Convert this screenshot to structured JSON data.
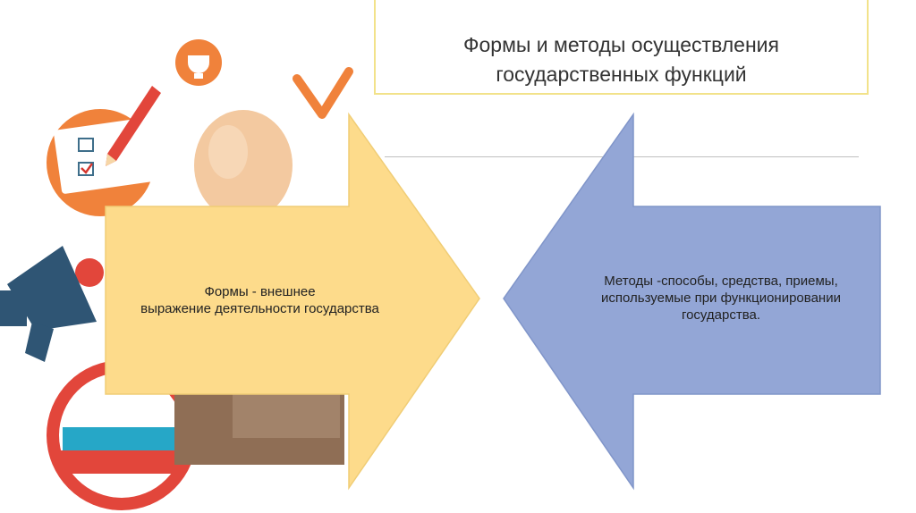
{
  "title": {
    "line1": "Формы и методы осуществления",
    "line2": "государственных функций"
  },
  "left_arrow": {
    "line1": "Формы - внешнее",
    "line2": "выражение  деятельности государства",
    "fill": "#fddb8b"
  },
  "right_arrow": {
    "line1": "Методы -способы, средства, приемы,",
    "line2": "используемые при функционировании",
    "line3": "государства.",
    "fill": "#93a6d6"
  },
  "decorative_icons": [
    "clipboard-checklist-icon",
    "pencil-icon",
    "trophy-icon",
    "checkmark-icon",
    "person-head-icon",
    "megaphone-icon",
    "russian-flag-seal-icon",
    "box-icon"
  ]
}
